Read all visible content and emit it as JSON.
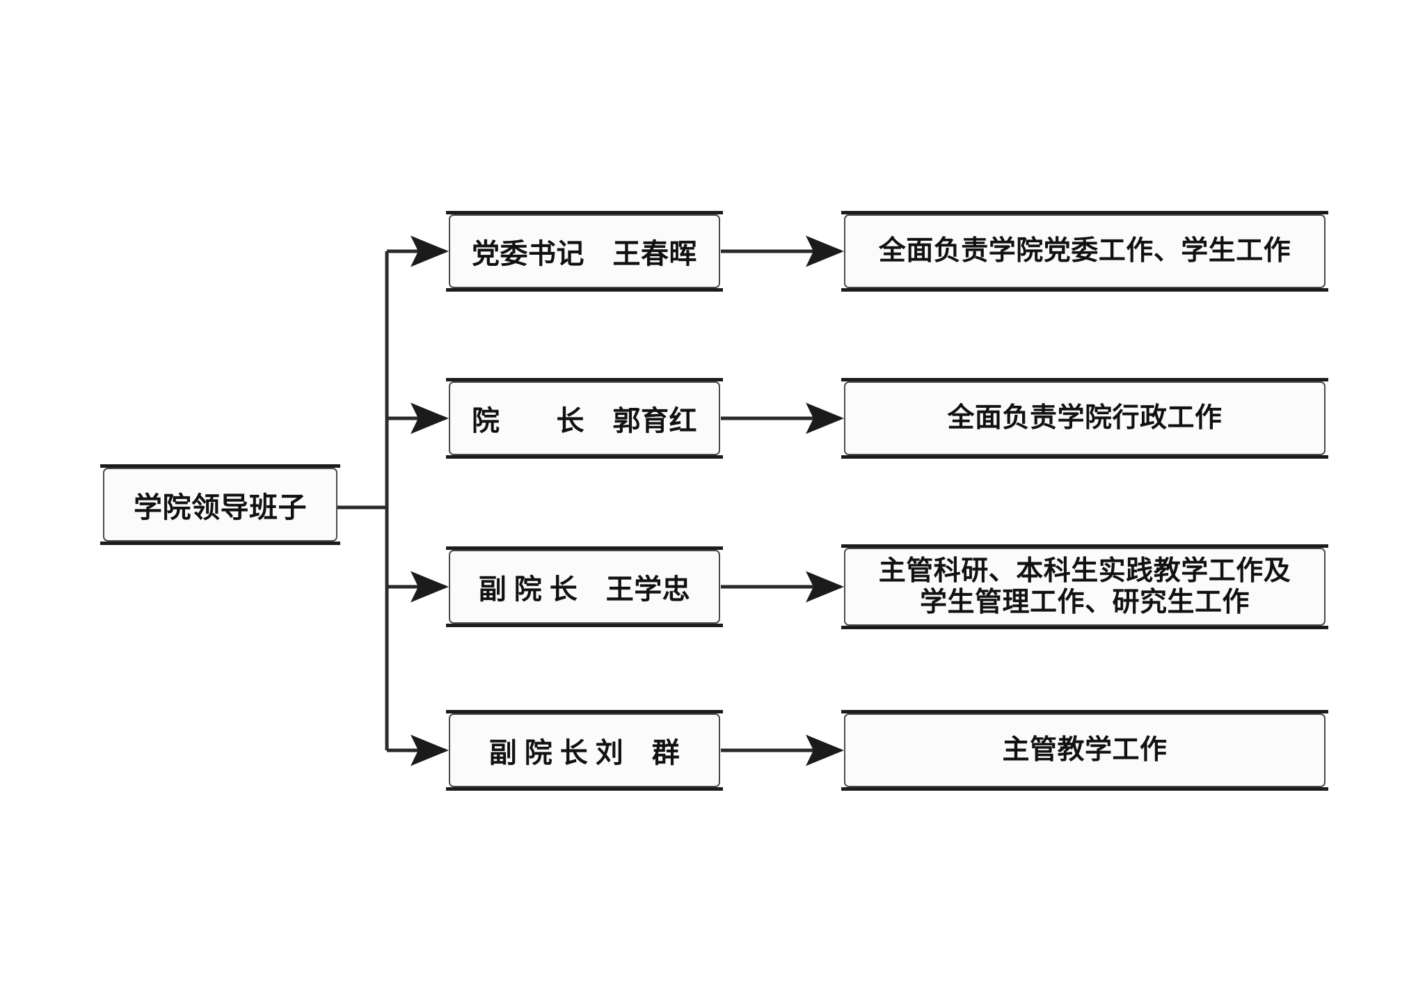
{
  "diagram": {
    "type": "organizational-chart",
    "title_node": {
      "label": "学院领导班子"
    },
    "colors": {
      "box_border": "#4a4a4a",
      "box_fill": "#fbfbfb",
      "edge_rule": "#1b1b1b",
      "connector": "#2a2a2a",
      "text": "#111111",
      "background": "#ffffff"
    },
    "rows": [
      {
        "person": "党委书记　王春晖",
        "duty_lines": [
          "全面负责学院党委工作、学生工作"
        ]
      },
      {
        "person": "院　　长　郭育红",
        "duty_lines": [
          "全面负责学院行政工作"
        ]
      },
      {
        "person": "副 院 长　王学忠",
        "duty_lines": [
          "主管科研、本科生实践教学工作及",
          "学生管理工作、研究生工作"
        ]
      },
      {
        "person": "副 院 长 刘　群",
        "duty_lines": [
          "主管教学工作"
        ]
      }
    ]
  }
}
